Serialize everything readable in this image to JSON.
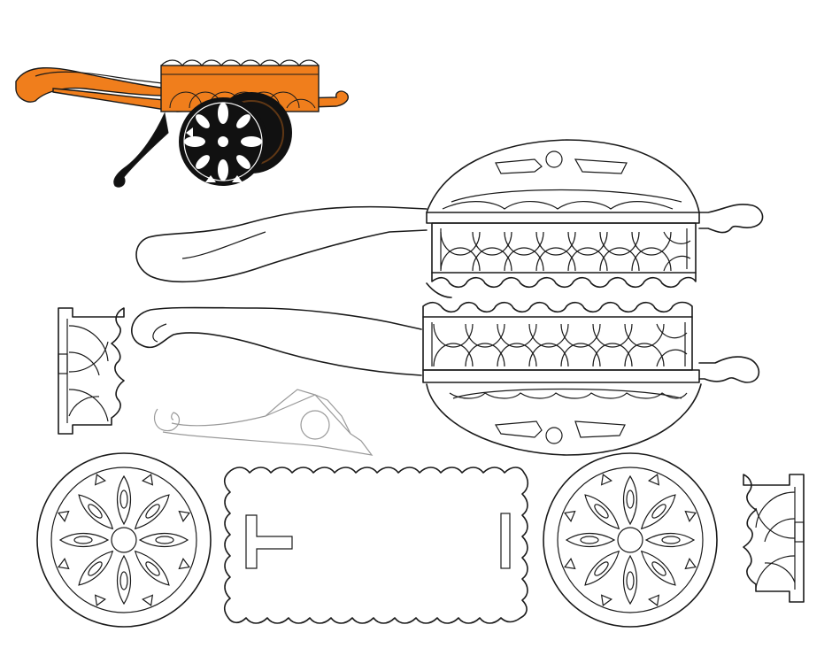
{
  "diagram": {
    "kind": "laser-cut cart template",
    "preview": {
      "body_color": "#f07e1c",
      "wheel_color": "#111111",
      "outline_color": "#1a1a1a"
    },
    "parts": [
      {
        "id": "preview-cart",
        "icon": "cart-icon"
      },
      {
        "id": "side-panel-upper"
      },
      {
        "id": "side-panel-lower"
      },
      {
        "id": "end-panel-left"
      },
      {
        "id": "end-panel-right"
      },
      {
        "id": "stand-bracket"
      },
      {
        "id": "wheel-left"
      },
      {
        "id": "wheel-right"
      },
      {
        "id": "base-plate"
      }
    ],
    "line_color": "#1a1a1a",
    "faint_line_color": "#9a9a9a"
  }
}
